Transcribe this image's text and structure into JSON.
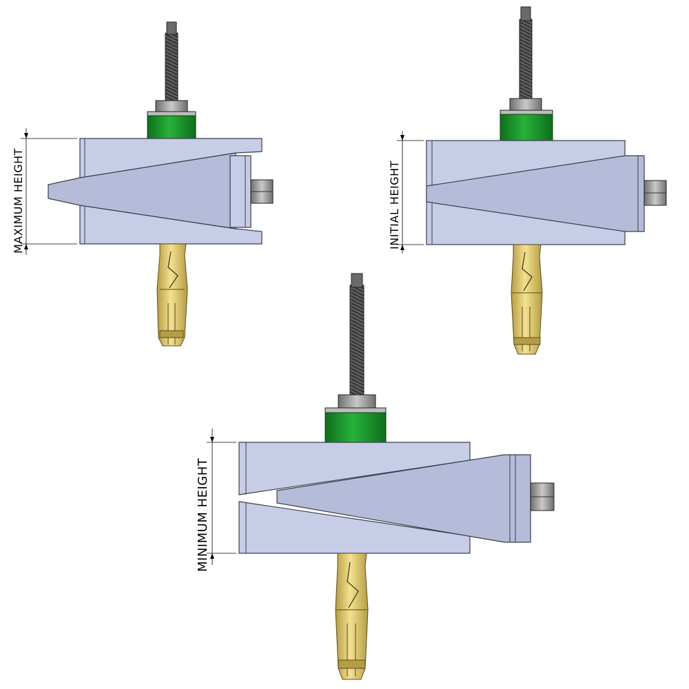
{
  "labels": {
    "maximum": "MAXIMUM HEIGHT",
    "initial": "INITIAL HEIGHT",
    "minimum": "MINIMUM HEIGHT"
  },
  "colors": {
    "wedge_body": "#c7cde6",
    "wedge_shade": "#b5bcd9",
    "wedge_edge": "#3a3d4c",
    "sleeve": "#1f9a2e",
    "anchor": "#e7d47e",
    "anchor_dark": "#b8a24e",
    "bolt": "#555555",
    "nut": "#9a9a9a"
  }
}
